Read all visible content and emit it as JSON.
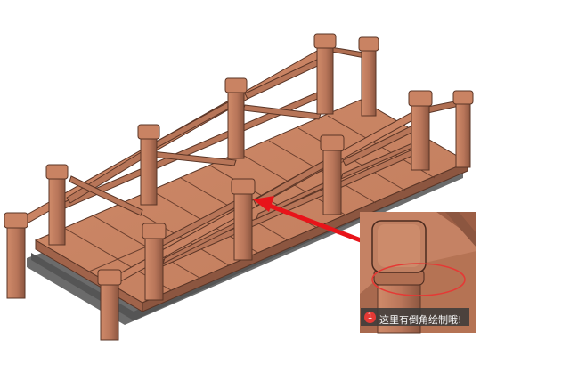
{
  "annotation": {
    "number": "1",
    "text": "这里有倒角绘制哦!"
  },
  "colors": {
    "wood_light": "#c98363",
    "wood_mid": "#b06f52",
    "wood_dark": "#8c5640",
    "wood_edge": "#5a3526",
    "base_shadow": "#6e6e6e",
    "arrow": "#e8141a",
    "ellipse": "#e53935"
  },
  "icons": [
    "zoom-detail-inset",
    "red-arrow-pointer",
    "highlight-ellipse"
  ]
}
